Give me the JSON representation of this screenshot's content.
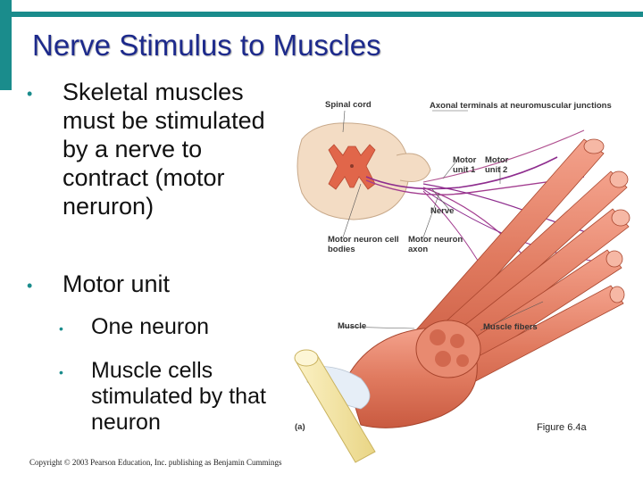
{
  "slide": {
    "title": "Nerve Stimulus to Muscles",
    "bullets": [
      {
        "text": "Skeletal muscles must be stimulated by a nerve to contract (motor neruron)"
      },
      {
        "text": "Motor unit",
        "subbullets": [
          "One neuron",
          "Muscle cells stimulated by that neuron"
        ]
      }
    ],
    "bullet_glyph": "•",
    "caption": "Figure 6.4a",
    "copyright": "Copyright © 2003 Pearson Education, Inc. publishing as Benjamin Cummings"
  },
  "diagram": {
    "labels": {
      "spinal_cord": "Spinal cord",
      "axonal_terminals": "Axonal terminals at neuromuscular junctions",
      "motor_unit_1": "Motor unit 1",
      "motor_unit_2": "Motor unit 2",
      "nerve": "Nerve",
      "motor_neuron_cell_bodies": "Motor neuron cell bodies",
      "motor_neuron_axon": "Motor neuron axon",
      "muscle": "Muscle",
      "muscle_fibers": "Muscle fibers",
      "panel": "(a)"
    },
    "colors": {
      "accent": "#1a8c8c",
      "title": "#1d2a8c",
      "muscle": "#e07a5f",
      "spinal_cord": "#f3dcc4",
      "gray_matter": "#e1664a",
      "bone": "#f2e3a0"
    }
  }
}
